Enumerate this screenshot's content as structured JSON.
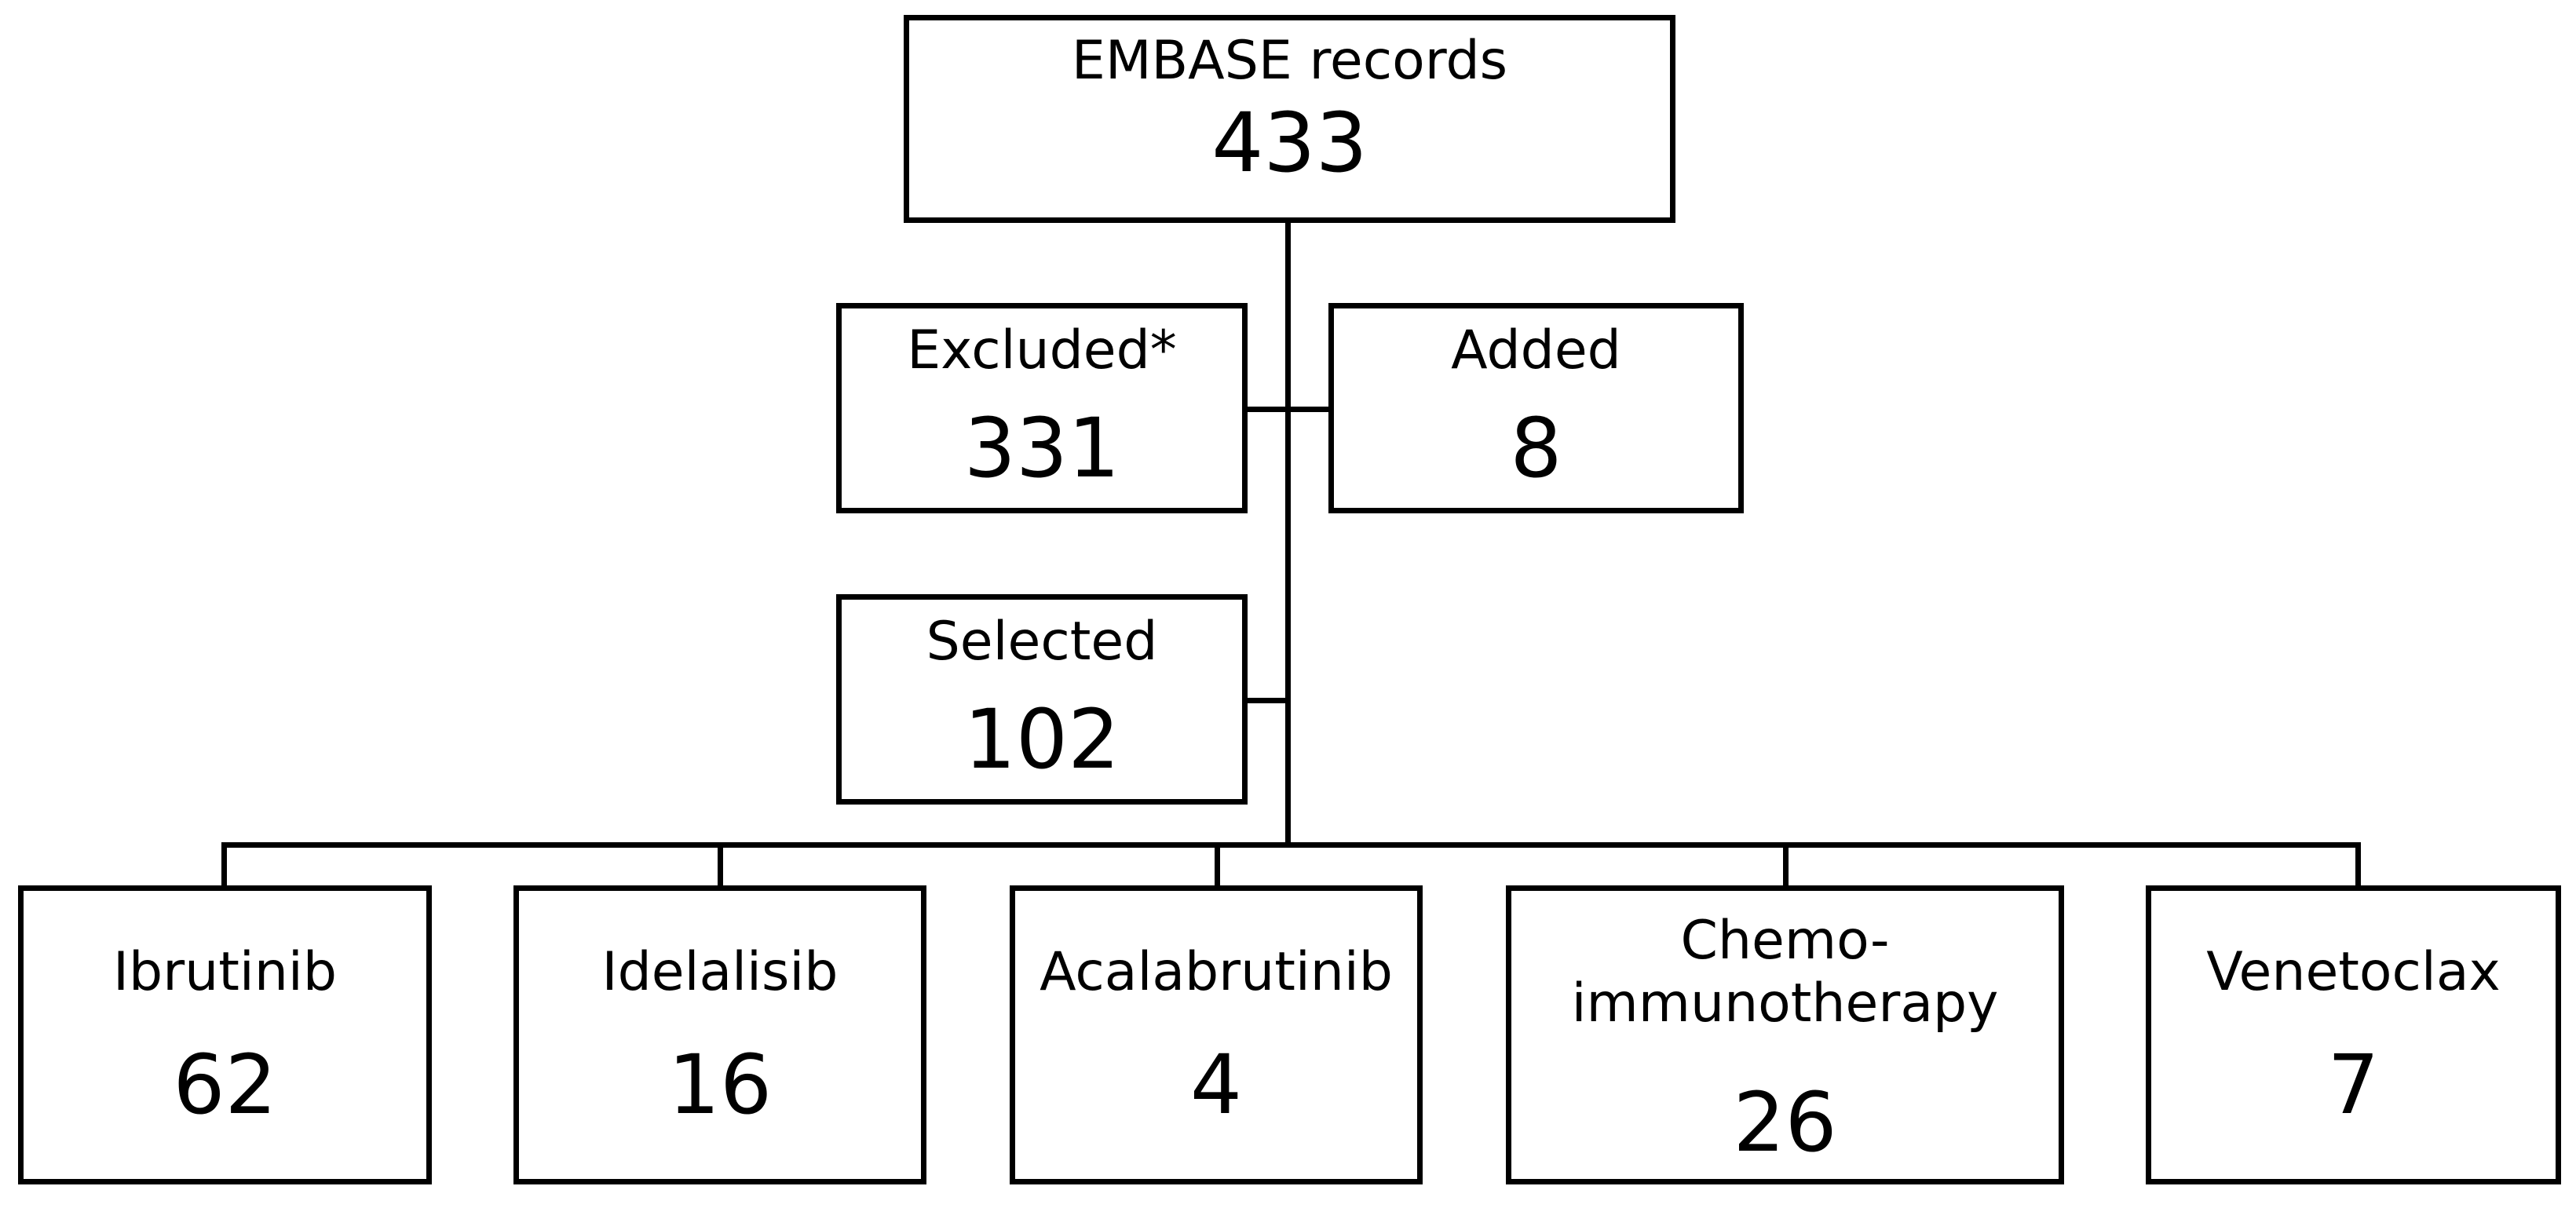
{
  "nodes": {
    "embase": {
      "label": "EMBASE records",
      "count": "433"
    },
    "excluded": {
      "label": "Excluded*",
      "count": "331"
    },
    "added": {
      "label": "Added",
      "count": "8"
    },
    "selected": {
      "label": "Selected",
      "count": "102"
    },
    "ibrutinib": {
      "label": "Ibrutinib",
      "count": "62"
    },
    "idelalisib": {
      "label": "Idelalisib",
      "count": "16"
    },
    "acalabrutinib": {
      "label": "Acalabrutinib",
      "count": "4"
    },
    "chemo": {
      "label_line1": "Chemo-",
      "label_line2": "immunotherapy",
      "count": "26"
    },
    "venetoclax": {
      "label": "Venetoclax",
      "count": "7"
    }
  }
}
